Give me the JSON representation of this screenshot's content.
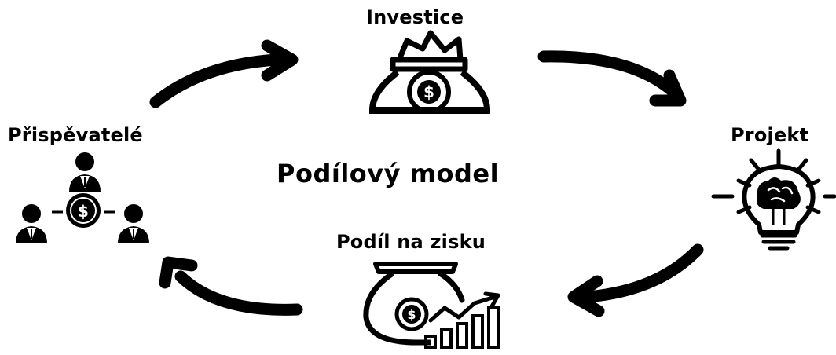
{
  "diagram": {
    "title": "Podílový model",
    "nodes": [
      {
        "id": "investice",
        "label": "Investice",
        "icon": "money-bag-icon"
      },
      {
        "id": "projekt",
        "label": "Projekt",
        "icon": "lightbulb-brain-icon"
      },
      {
        "id": "podil",
        "label": "Podíl na zisku",
        "icon": "money-bag-growth-chart-icon"
      },
      {
        "id": "prispevatele",
        "label": "Přispěvatelé",
        "icon": "contributors-group-icon"
      }
    ],
    "edges": [
      {
        "from": "prispevatele",
        "to": "investice"
      },
      {
        "from": "investice",
        "to": "projekt"
      },
      {
        "from": "projekt",
        "to": "podil"
      },
      {
        "from": "podil",
        "to": "prispevatele"
      }
    ],
    "colors": {
      "ink": "#000000",
      "background": "#ffffff"
    }
  }
}
